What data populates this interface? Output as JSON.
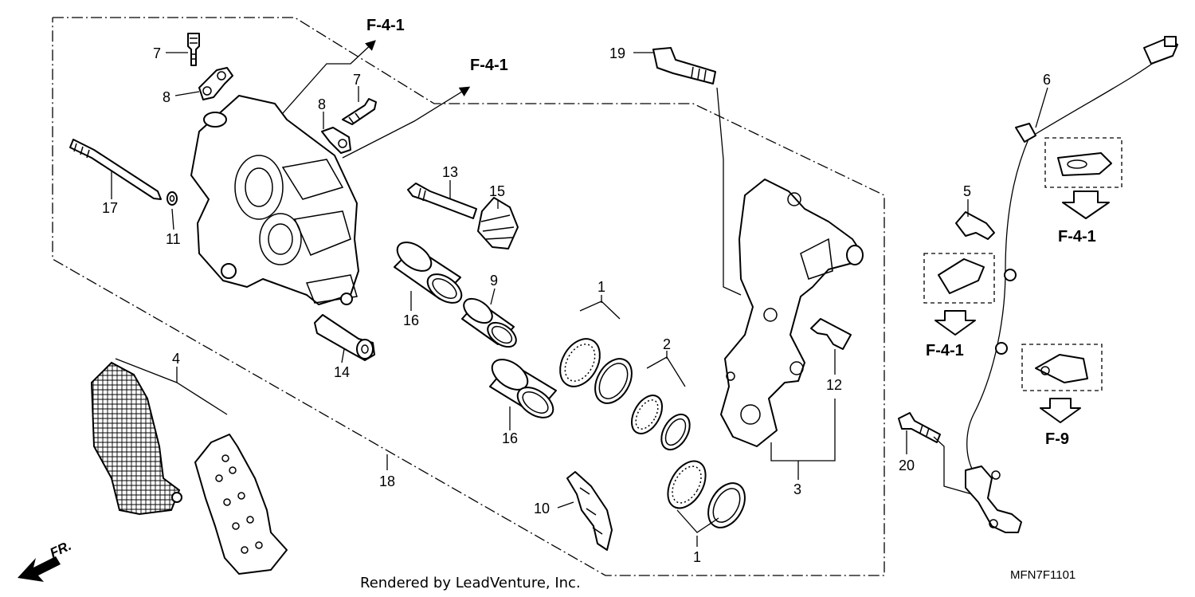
{
  "callouts": {
    "c1a": "1",
    "c1b": "1",
    "c2": "2",
    "c3": "3",
    "c4": "4",
    "c5": "5",
    "c6": "6",
    "c7a": "7",
    "c7b": "7",
    "c8a": "8",
    "c8b": "8",
    "c9": "9",
    "c10": "10",
    "c11": "11",
    "c12": "12",
    "c13": "13",
    "c14": "14",
    "c15": "15",
    "c16a": "16",
    "c16b": "16",
    "c17": "17",
    "c18": "18",
    "c19": "19",
    "c20": "20"
  },
  "references": {
    "f41_top": "F-4-1",
    "f41_mid": "F-4-1",
    "f41_right": "F-4-1",
    "f41_clamp": "F-4-1",
    "f9": "F-9"
  },
  "direction_label": "FR.",
  "footer": {
    "rendered_by": "Rendered by LeadVenture, Inc.",
    "diagram_code": "MFN7F1101"
  }
}
